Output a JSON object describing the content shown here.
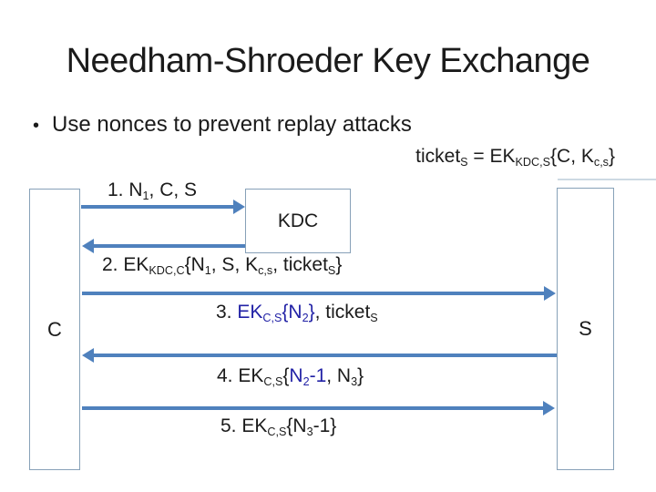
{
  "slide": {
    "title": "Needham-Shroeder Key Exchange",
    "bullet_glyph": "•",
    "bullet": "Use nonces to prevent replay attacks"
  },
  "colors": {
    "arrow_accent": "#4f81bd",
    "box_border": "#87a1b8",
    "highlight_blue": "#2222a6",
    "text": "#1b1b1b"
  },
  "formula": [
    {
      "t": "ticket"
    },
    {
      "t": "S",
      "s": true
    },
    {
      "t": " = EK"
    },
    {
      "t": "KDC,S",
      "s": true
    },
    {
      "t": "{C, K"
    },
    {
      "t": "c,s",
      "s": true
    },
    {
      "t": "}"
    }
  ],
  "actors": {
    "client": "C",
    "kdc": "KDC",
    "server": "S"
  },
  "messages": [
    {
      "number": 1,
      "from": "C",
      "to": "KDC",
      "direction": "right",
      "segments": [
        {
          "t": "1. N"
        },
        {
          "t": "1",
          "s": true
        },
        {
          "t": ", C, S"
        }
      ]
    },
    {
      "number": 2,
      "from": "KDC",
      "to": "C",
      "direction": "left",
      "segments": [
        {
          "t": "2. EK"
        },
        {
          "t": "KDC,C",
          "s": true
        },
        {
          "t": "{N"
        },
        {
          "t": "1",
          "s": true
        },
        {
          "t": ", S, K"
        },
        {
          "t": "c,s",
          "s": true
        },
        {
          "t": ", ticket"
        },
        {
          "t": "S",
          "s": true
        },
        {
          "t": "}"
        }
      ]
    },
    {
      "number": 3,
      "from": "C",
      "to": "S",
      "direction": "right",
      "segments": [
        {
          "t": "3. "
        },
        {
          "t": "EK",
          "c": "blue"
        },
        {
          "t": "C,S",
          "s": true,
          "c": "blue"
        },
        {
          "t": "{N",
          "c": "blue"
        },
        {
          "t": "2",
          "s": true,
          "c": "blue"
        },
        {
          "t": "}",
          "c": "blue"
        },
        {
          "t": ", ticket"
        },
        {
          "t": "S",
          "s": true
        }
      ]
    },
    {
      "number": 4,
      "from": "S",
      "to": "C",
      "direction": "left",
      "segments": [
        {
          "t": "4. EK"
        },
        {
          "t": "C,S",
          "s": true
        },
        {
          "t": "{"
        },
        {
          "t": "N",
          "c": "blue"
        },
        {
          "t": "2",
          "s": true,
          "c": "blue"
        },
        {
          "t": "-1",
          "c": "blue"
        },
        {
          "t": ", N"
        },
        {
          "t": "3",
          "s": true
        },
        {
          "t": "}"
        }
      ]
    },
    {
      "number": 5,
      "from": "C",
      "to": "S",
      "direction": "right",
      "segments": [
        {
          "t": "5. EK"
        },
        {
          "t": "C,S",
          "s": true
        },
        {
          "t": "{N"
        },
        {
          "t": "3",
          "s": true
        },
        {
          "t": "-1}"
        }
      ]
    }
  ]
}
